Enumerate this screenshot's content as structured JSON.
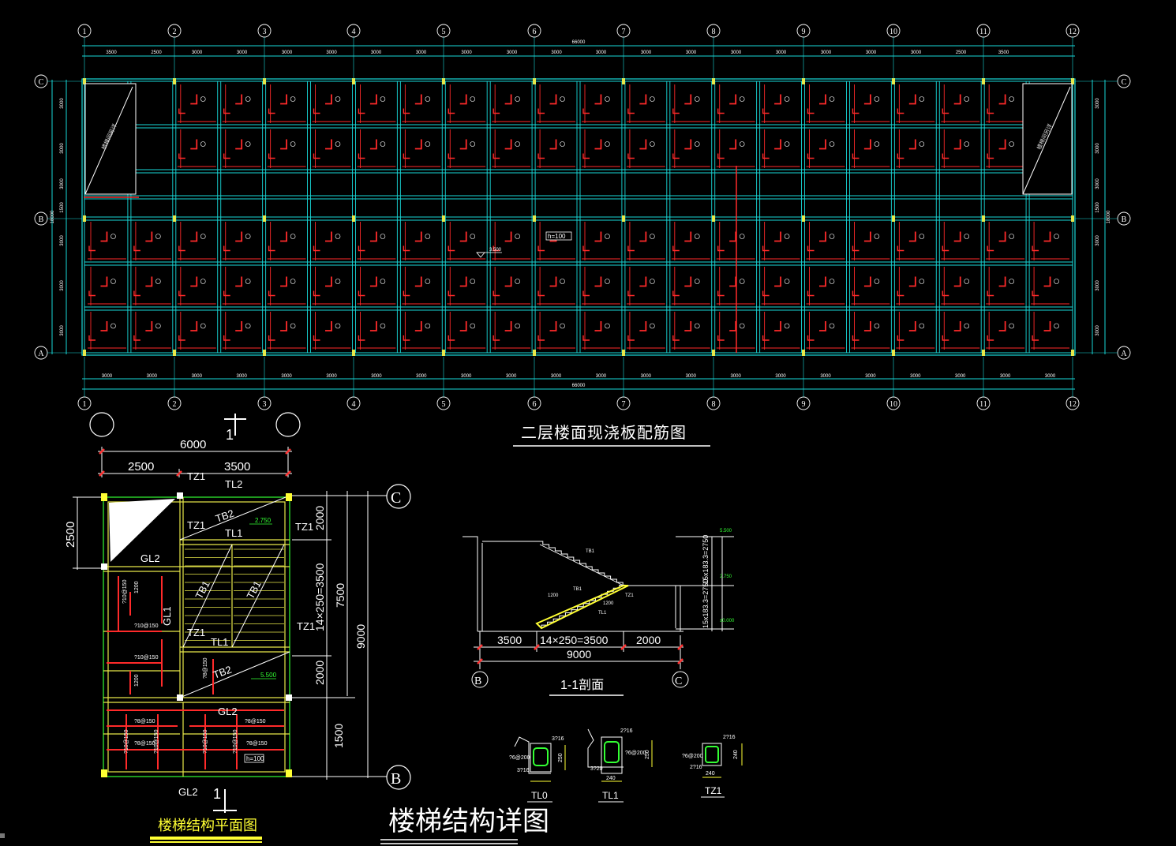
{
  "plan": {
    "title": "二层楼面现浇板配筋图",
    "axes_numeric": [
      "1",
      "2",
      "3",
      "4",
      "5",
      "6",
      "7",
      "8",
      "9",
      "10",
      "11",
      "12"
    ],
    "axes_letter": [
      "A",
      "B",
      "C"
    ],
    "top_spacings": [
      "3500",
      "2500",
      "3000",
      "3000",
      "3000",
      "3000",
      "3000",
      "3000",
      "3000",
      "3000",
      "3000",
      "3000",
      "3000",
      "3000",
      "3000",
      "3000",
      "3000",
      "3000",
      "3000",
      "2500",
      "3500"
    ],
    "bottom_spacings": [
      "3000",
      "3000",
      "3000",
      "3000",
      "3000",
      "3000",
      "3000",
      "3000",
      "3000",
      "3000",
      "3000",
      "3000",
      "3000",
      "3000",
      "3000",
      "3000",
      "3000",
      "3000",
      "3000",
      "3000",
      "3000",
      "3000"
    ],
    "total_length": "66000",
    "total_depth": "18000",
    "side_spacings": [
      "3000",
      "3000",
      "3000",
      "1500",
      "3000",
      "3000",
      "3000"
    ],
    "stair_hole_label": "楼梯间另详",
    "slab_thickness": "h=100",
    "level_mark": "3.500"
  },
  "stair_plan": {
    "title": "楼梯结构平面图",
    "section_mark": "1",
    "dim_total": "6000",
    "dim_left": "2500",
    "dim_right": "3500",
    "dim_left_vertical": "2500",
    "right_dims": [
      "2000",
      "14×250=3500",
      "2000",
      "1500"
    ],
    "dim_7500": "7500",
    "dim_9000": "9000",
    "axis_c": "C",
    "axis_b": "B",
    "labels": {
      "tz1": "TZ1",
      "tl2": "TL2",
      "tb2": "TB2",
      "tl1": "TL1",
      "tb1": "TB1",
      "gl1": "GL1",
      "gl2": "GL2",
      "level_2750": "2.750",
      "level_5500": "5.500",
      "rebar_a": "?10@150",
      "rebar_b": "?8@150",
      "rebar_c": "1200",
      "h100": "h=100"
    }
  },
  "section": {
    "title": "1-1剖面",
    "dims_bottom": [
      "3500",
      "14×250=3500",
      "2000"
    ],
    "dim_total": "9000",
    "axis_b": "B",
    "axis_c": "C",
    "vertical_dim_1": "15x183.3=2750",
    "vertical_dim_2": "15x183.3=2750",
    "levels": [
      "5.500",
      "2.750",
      "±0.000"
    ],
    "labels": [
      "1200",
      "TB1",
      "1200",
      "TL1",
      "TZ1"
    ]
  },
  "details": {
    "tl0": "TL0",
    "tl1": "TL1",
    "tz1": "TZ1",
    "rebar": [
      "3?16",
      "3?16",
      "?6@200",
      "2?16",
      "240",
      "250",
      "3?20"
    ]
  },
  "main_title": "楼梯结构详图"
}
